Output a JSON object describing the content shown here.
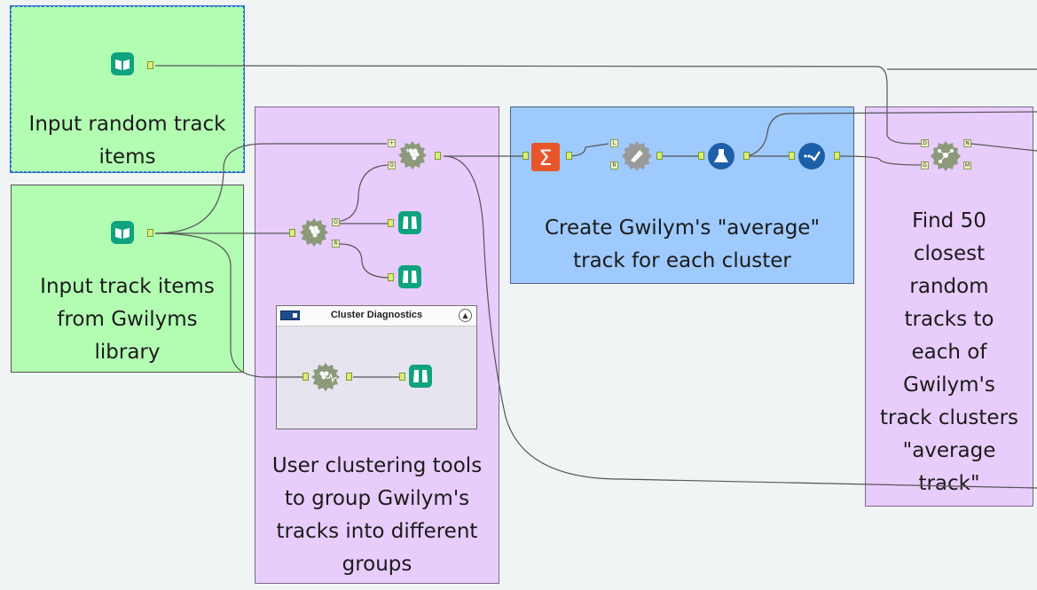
{
  "containers": {
    "input_random": {
      "label_lines": [
        "Input random track",
        "items"
      ]
    },
    "input_gwilym": {
      "label_lines": [
        "Input track items",
        "from Gwilyms",
        "library"
      ]
    },
    "clustering": {
      "label_lines": [
        "User clustering tools",
        "to group Gwilym's",
        "tracks into different",
        "groups"
      ]
    },
    "average": {
      "label_lines": [
        "Create Gwilym's \"average\"",
        "track for each cluster"
      ]
    },
    "find": {
      "label_lines": [
        "Find 50",
        "closest",
        "random",
        "tracks to",
        "each of",
        "Gwilym's",
        "track clusters",
        "\"average",
        "track\""
      ]
    }
  },
  "diagnostics": {
    "title": "Cluster Diagnostics",
    "toggle": "▲"
  },
  "anchors": {
    "L": "L",
    "R": "R",
    "O": "O",
    "N": "N",
    "M": "M",
    "D": "D",
    "G": "G",
    "U": "U",
    "plus": "+"
  },
  "colors": {
    "green_container": "#b3fdb3",
    "purple_container": "#e8ccfb",
    "blue_container": "#9ecafd",
    "input_tool": "#0fa37f",
    "browse_tool": "#0fa37f",
    "summarize_tool": "#e8552b",
    "predictive_tool": "#1d5fa8",
    "cluster_tool": "#8a9a7a"
  },
  "icons": [
    "book-icon",
    "binoculars-icon",
    "sigma-icon",
    "formula-icon",
    "flask-icon",
    "checkmark-flow-icon",
    "cluster-grapes-icon",
    "find-nearest-icon"
  ]
}
